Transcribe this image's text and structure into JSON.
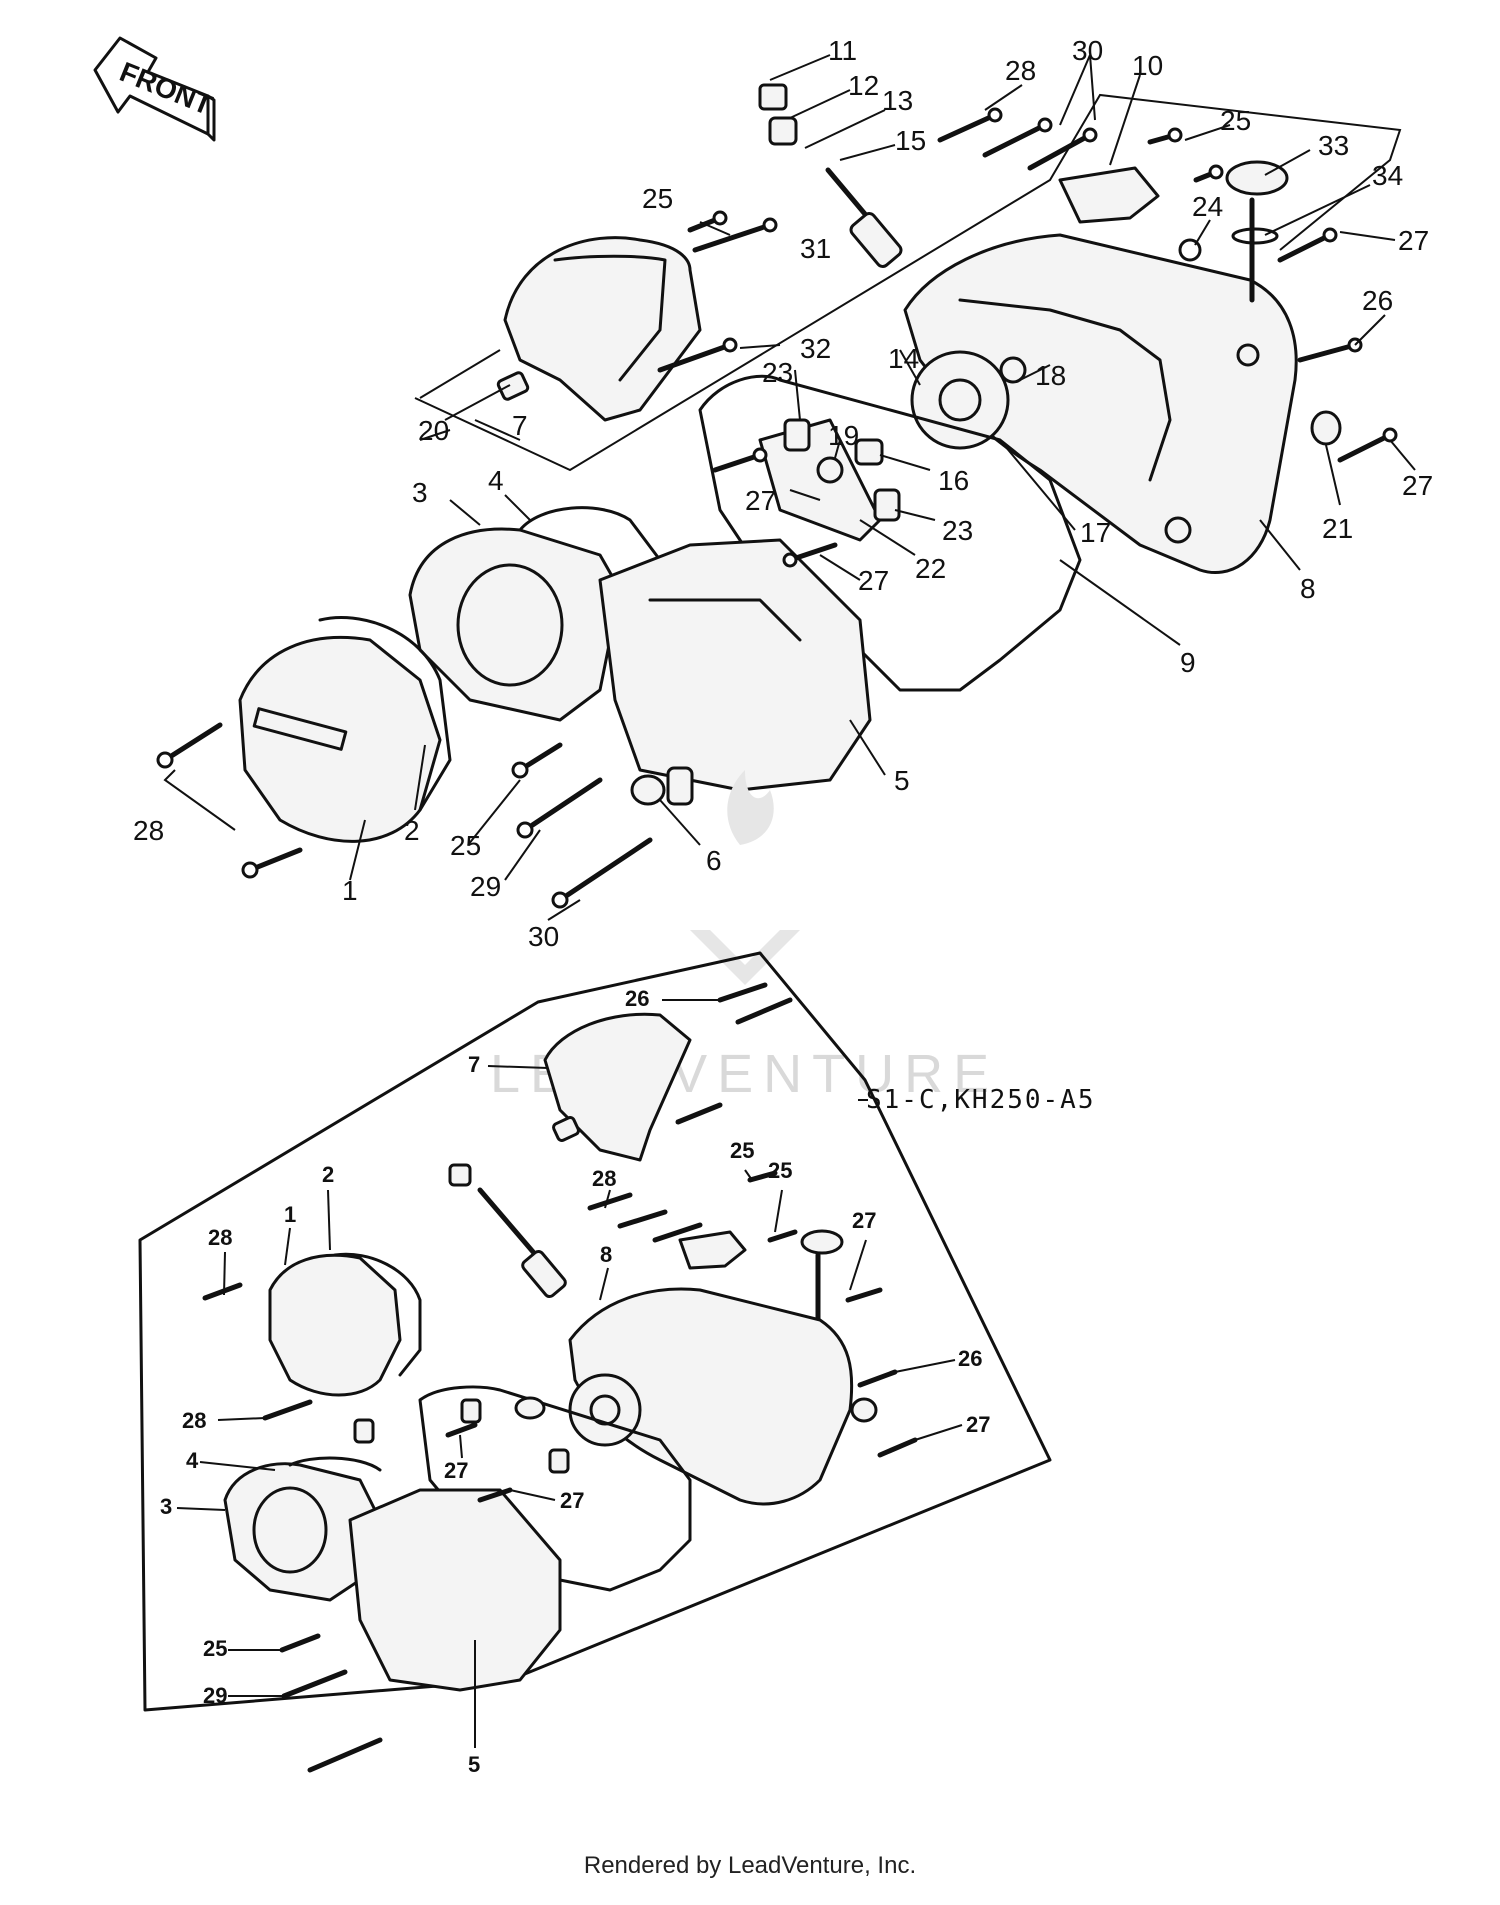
{
  "front_arrow": {
    "label": "FRONT"
  },
  "watermark": {
    "text": "LEADVENTURE"
  },
  "model_label": "S1-C,KH250-A5",
  "footer": {
    "text": "Rendered by LeadVenture, Inc."
  },
  "upper_callouts": [
    "11",
    "12",
    "13",
    "15",
    "28",
    "30",
    "10",
    "25",
    "33",
    "34",
    "24",
    "27",
    "26",
    "27",
    "21",
    "8",
    "9",
    "18",
    "14",
    "19",
    "16",
    "17",
    "23",
    "23",
    "22",
    "27",
    "27",
    "25",
    "31",
    "32",
    "20",
    "7",
    "3",
    "4",
    "5",
    "6",
    "2",
    "1",
    "28",
    "25",
    "29",
    "30"
  ],
  "lower_callouts": [
    "26",
    "7",
    "28",
    "25",
    "25",
    "27",
    "28",
    "1",
    "2",
    "8",
    "26",
    "27",
    "28",
    "4",
    "3",
    "27",
    "27",
    "25",
    "29",
    "5"
  ]
}
